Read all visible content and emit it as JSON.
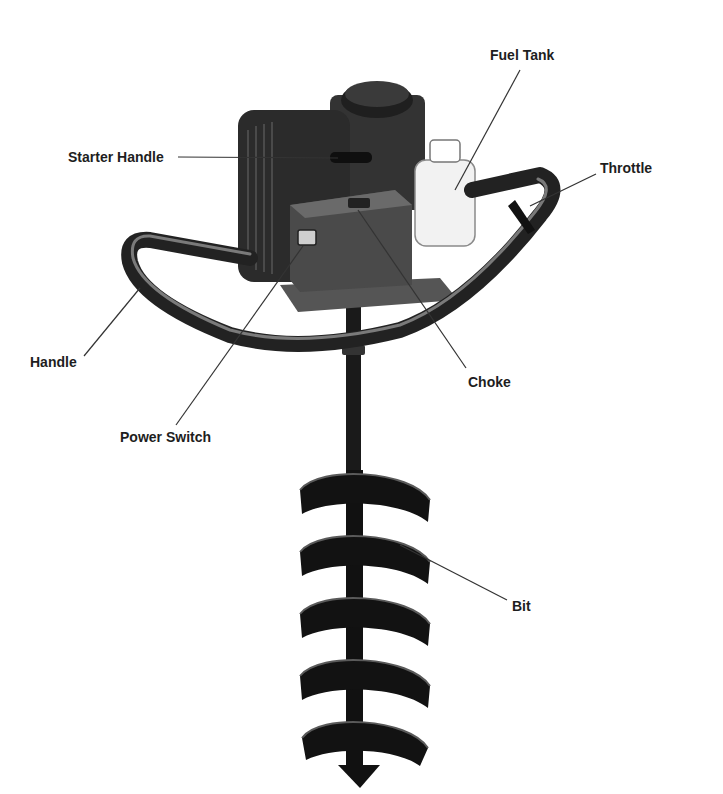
{
  "diagram": {
    "labels": [
      "Fuel Tank",
      "Starter Handle",
      "Throttle",
      "Handle",
      "Choke",
      "Power Switch",
      "Bit"
    ]
  }
}
